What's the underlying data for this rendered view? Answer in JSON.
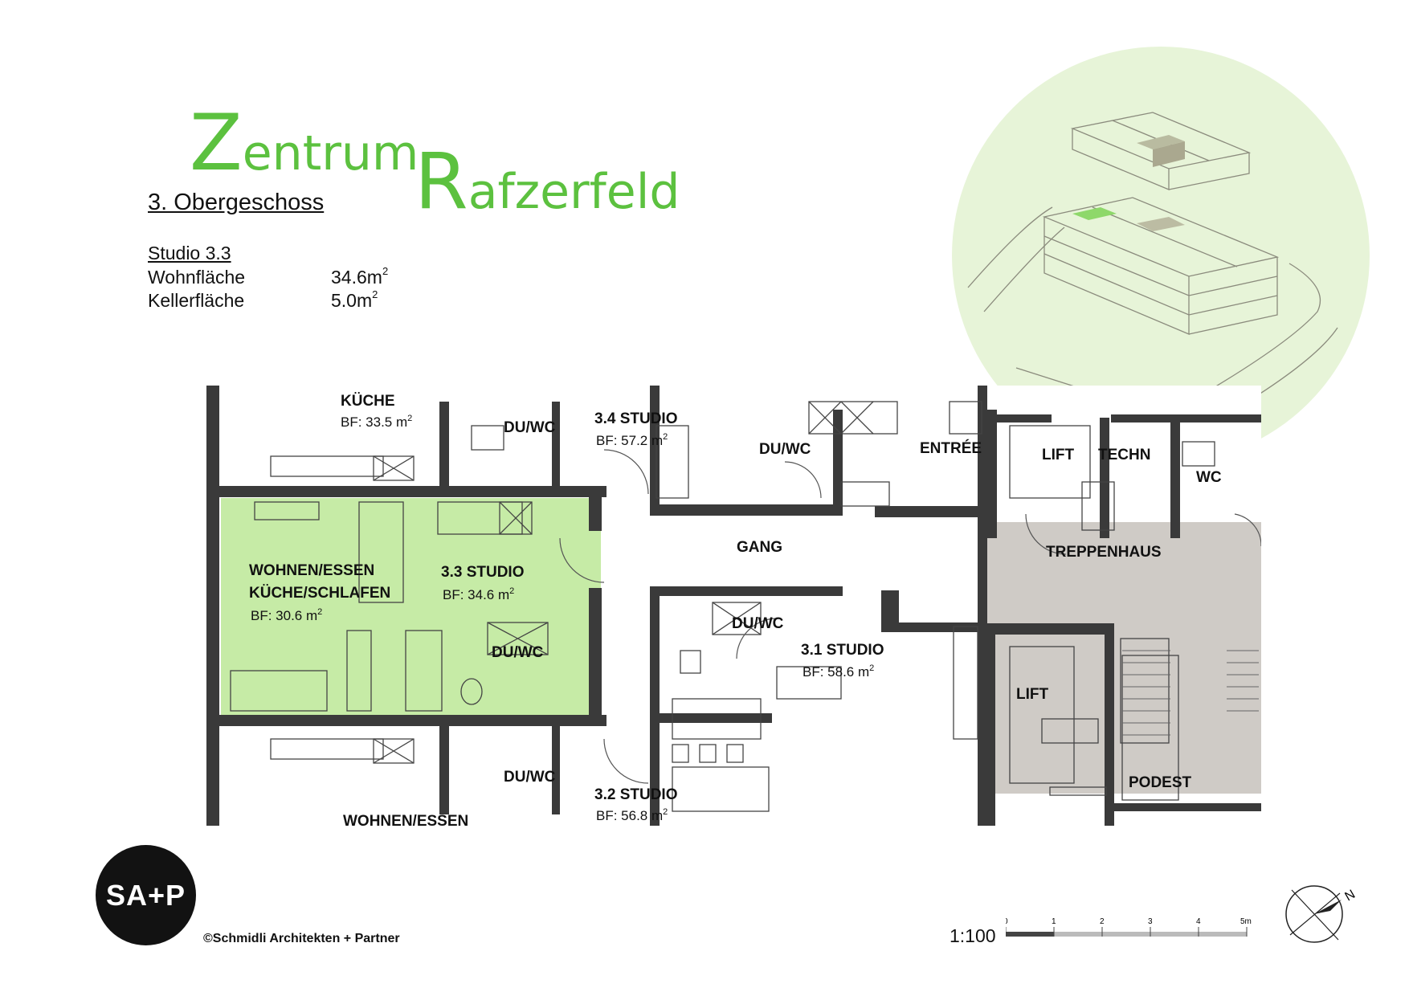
{
  "title": {
    "part1_initial": "Z",
    "part1_rest": "entrum",
    "part2_initial": "R",
    "part2_rest": "afzerfeld"
  },
  "floor_heading": "3. Obergeschoss",
  "unit": {
    "title": "Studio 3.3",
    "rows": [
      {
        "label": "Wohnfläche",
        "value": "34.6m",
        "sup": "2"
      },
      {
        "label": "Kellerfläche",
        "value": "5.0m",
        "sup": "2"
      }
    ]
  },
  "plan_labels": {
    "kueche_top": "KÜCHE",
    "kueche_top_bf": "BF: 33.5 m",
    "du_wc_1": "DU/WC",
    "studio_34": "3.4 STUDIO",
    "studio_34_bf": "BF: 57.2 m",
    "du_wc_2": "DU/WC",
    "entree": "ENTRÉE",
    "lift_1": "LIFT",
    "techn": "TECHN",
    "wc": "WC",
    "wohnen_essen": "WOHNEN/ESSEN",
    "kueche_schlafen": "KÜCHE/SCHLAFEN",
    "bf_306": "BF: 30.6 m",
    "studio_33": "3.3 STUDIO",
    "studio_33_bf": "BF: 34.6 m",
    "gang": "GANG",
    "treppenhaus": "TREPPENHAUS",
    "du_wc_3": "DU/WC",
    "du_wc_4": "DU/WC",
    "studio_31": "3.1 STUDIO",
    "studio_31_bf": "BF: 58.6 m",
    "lift_2": "LIFT",
    "du_wc_5": "DU/WC",
    "studio_32": "3.2 STUDIO",
    "studio_32_bf": "BF: 56.8 m",
    "podest": "PODEST",
    "wohnen_essen_bottom": "WOHNEN/ESSEN",
    "sup2": "2"
  },
  "logo_text": "SA+P",
  "copyright": "©Schmidli Architekten + Partner",
  "scale": {
    "label": "1:100",
    "ticks": [
      "0",
      "1",
      "2",
      "3",
      "4",
      "5m"
    ]
  },
  "north_label": "N",
  "colors": {
    "brand_green": "#5cc13f",
    "highlight_green": "#c6eba6",
    "keyplan_bg": "#e7f4d8",
    "stair_gray": "#cfcbc6",
    "wall": "#3a3a3a"
  }
}
